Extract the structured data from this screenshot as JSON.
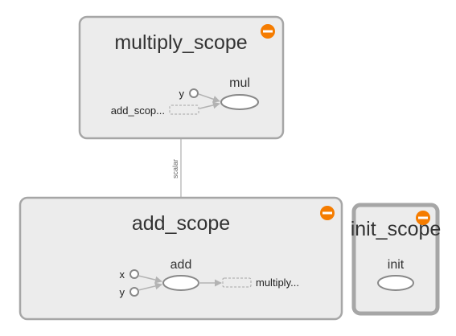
{
  "scopes": {
    "multiply": {
      "title": "multiply_scope",
      "op_label": "mul",
      "input_y": "y",
      "input_ref": "add_scop..."
    },
    "add": {
      "title": "add_scope",
      "op_label": "add",
      "input_x": "x",
      "input_y": "y",
      "output_ref": "multiply..."
    },
    "init": {
      "title": "init_scope",
      "op_label": "init"
    }
  },
  "edges": {
    "scalar_label": "scalar"
  },
  "colors": {
    "scope_fill": "#ececec",
    "scope_stroke": "#a6a6a6",
    "collapse_button": "#f57c00",
    "edge": "#b3b3b3",
    "node_stroke": "#888888"
  }
}
